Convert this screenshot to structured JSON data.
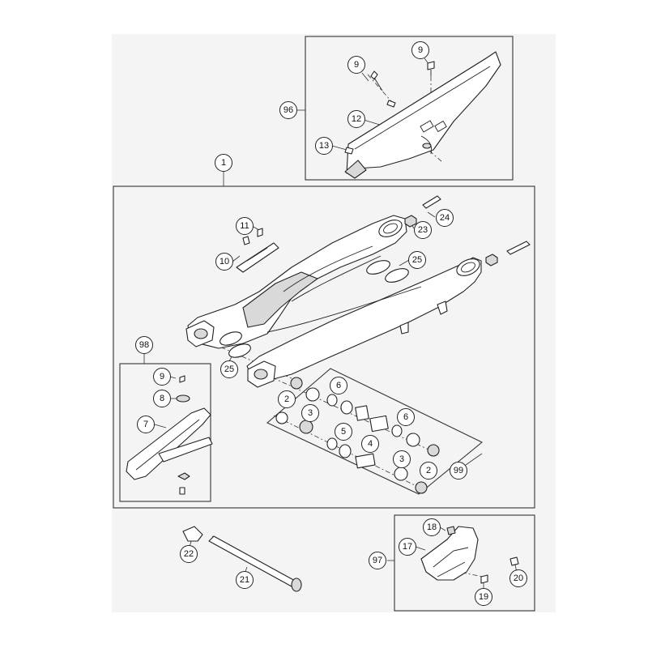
{
  "callouts": {
    "c1": "1",
    "c2a": "2",
    "c2b": "2",
    "c3a": "3",
    "c3b": "3",
    "c4": "4",
    "c5": "5",
    "c6a": "6",
    "c6b": "6",
    "c7": "7",
    "c8": "8",
    "c9a": "9",
    "c9b": "9",
    "c9c": "9",
    "c10": "10",
    "c11": "11",
    "c12": "12",
    "c13": "13",
    "c17": "17",
    "c18": "18",
    "c19": "19",
    "c20": "20",
    "c21": "21",
    "c22": "22",
    "c23": "23",
    "c24": "24",
    "c25a": "25",
    "c25b": "25",
    "c96": "96",
    "c97": "97",
    "c98": "98",
    "c99": "99"
  }
}
